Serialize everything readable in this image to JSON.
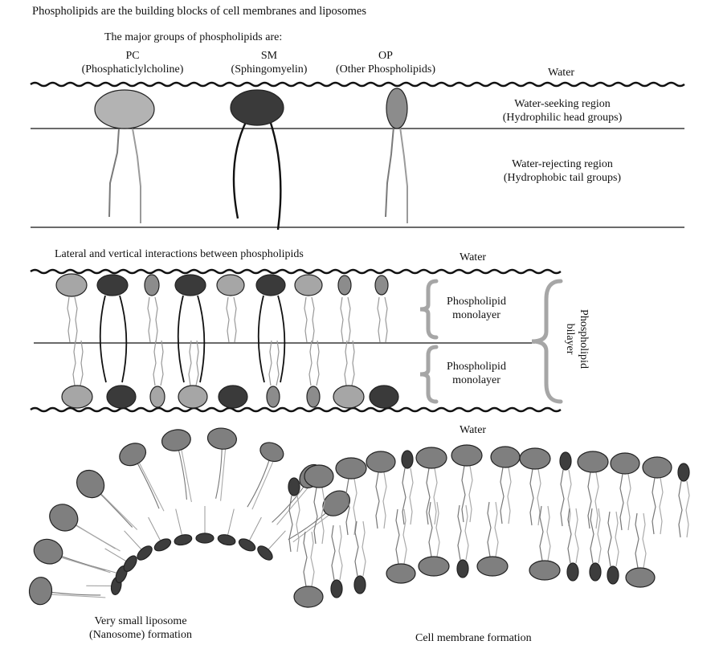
{
  "intro_text": "Phospholipids are the building blocks of cell membranes and liposomes",
  "groups_heading": "The major groups of phospholipids are:",
  "groups": [
    {
      "abbr": "PC",
      "name": "(Phosphaticlylcholine)",
      "color": "#b3b3b3"
    },
    {
      "abbr": "SM",
      "name": "(Sphingomyelin)",
      "color": "#3a3a3a"
    },
    {
      "abbr": "OP",
      "name": "(Other Phospholipids)",
      "color": "#8c8c8c"
    }
  ],
  "water_label": "Water",
  "head_region": {
    "line1": "Water-seeking region",
    "line2": "(Hydrophilic head groups)"
  },
  "tail_region": {
    "line1": "Water-rejecting region",
    "line2": "(Hydrophobic tail groups)"
  },
  "interactions_heading": "Lateral and vertical interactions between phospholipids",
  "monolayer_label": {
    "line1": "Phospholipid",
    "line2": "monolayer"
  },
  "bilayer_label": {
    "line1": "Phospholipid",
    "line2": "bilayer"
  },
  "nanosome_caption": {
    "line1": "Very small liposome",
    "line2": "(Nanosome) formation"
  },
  "membrane_caption": "Cell membrane formation",
  "colors": {
    "pc": "#a6a6a6",
    "sm": "#3a3a3a",
    "op": "#8c8c8c",
    "bracket": "#a6a6a6",
    "tail": "#8a8a8a"
  }
}
